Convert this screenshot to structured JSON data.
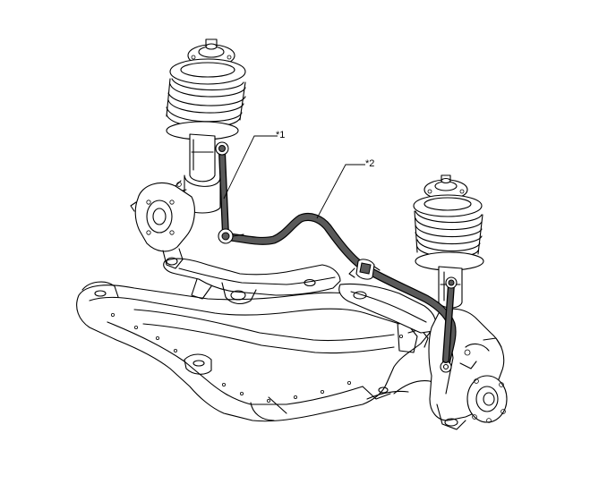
{
  "callouts": [
    {
      "id": "callout-1",
      "label": "*1"
    },
    {
      "id": "callout-2",
      "label": "*2"
    }
  ],
  "colors": {
    "line": "#000000",
    "highlight": "#5a5a5a",
    "background": "#ffffff"
  }
}
